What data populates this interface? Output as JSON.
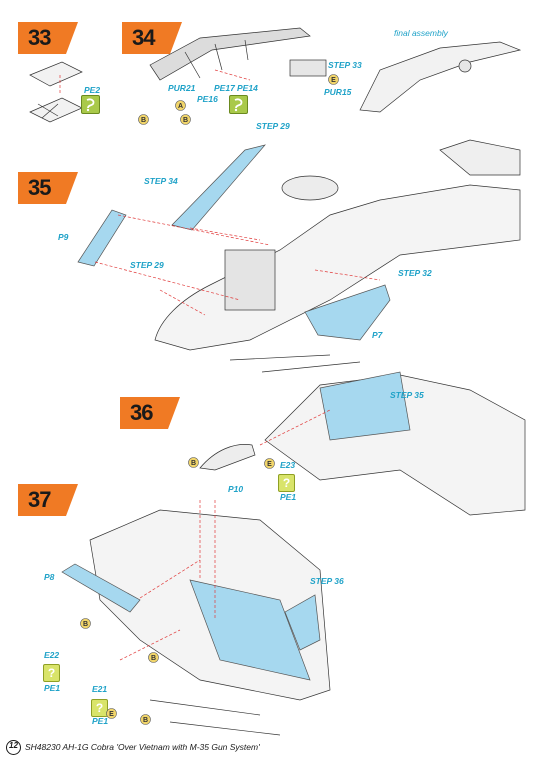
{
  "steps": {
    "s33": "33",
    "s34": "34",
    "s35": "35",
    "s36": "36",
    "s37": "37"
  },
  "labels": {
    "final_assembly": "final assembly",
    "pe2": "PE2",
    "pur21": "PUR21",
    "pe16": "PE16",
    "pe17": "PE17",
    "pe14": "PE14",
    "step29_a": "STEP 29",
    "step33": "STEP 33",
    "pur15": "PUR15",
    "step34": "STEP 34",
    "p9": "P9",
    "step29_b": "STEP 29",
    "step32": "STEP 32",
    "p7": "P7",
    "step35": "STEP 35",
    "e23": "E23",
    "pe1_a": "PE1",
    "p10": "P10",
    "step36": "STEP 36",
    "p8": "P8",
    "e22": "E22",
    "pe1_b": "PE1",
    "e21": "E21",
    "pe1_c": "PE1"
  },
  "glue_marks": {
    "b": "B",
    "a": "A",
    "e": "E"
  },
  "photoetch_help": "?",
  "footer": {
    "page_number": "12",
    "text": "SH48230  AH-1G Cobra 'Over Vietnam with M-35 Gun System'"
  },
  "colors": {
    "step_badge": "#f07a24",
    "accent_text": "#1fa2c8",
    "canopy_fill": "#a6d8ef",
    "guide_line": "#e03a3a",
    "photoetch": "#a9c94a"
  }
}
